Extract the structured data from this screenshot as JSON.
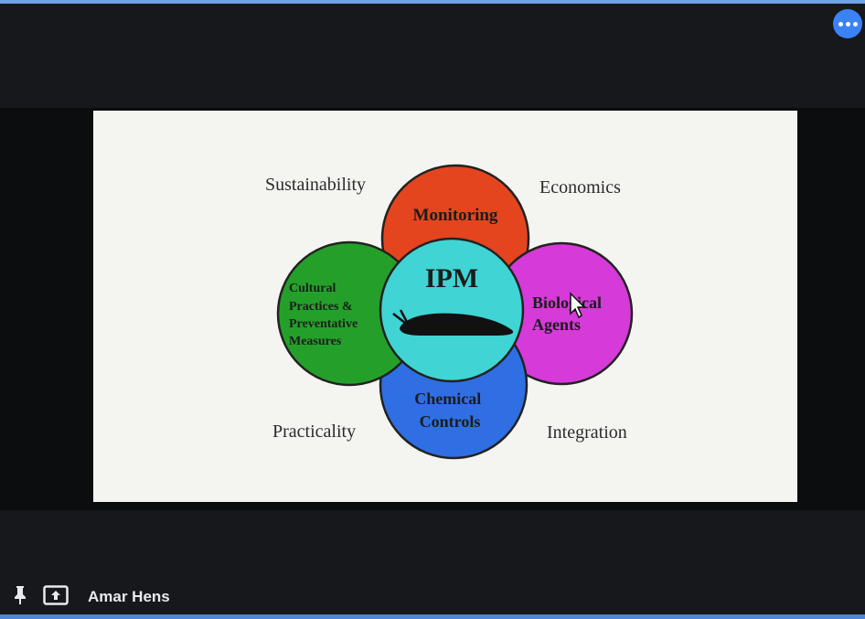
{
  "slide": {
    "center_title": "IPM",
    "corner_labels": {
      "top_left": "Sustainability",
      "top_right": "Economics",
      "bottom_left": "Practicality",
      "bottom_right": "Integration"
    },
    "petals": {
      "top": {
        "lines": [
          "Monitoring"
        ],
        "color": "#e4451f"
      },
      "right": {
        "lines": [
          "Biological",
          "Agents"
        ],
        "color": "#d63ad8"
      },
      "bottom": {
        "lines": [
          "Chemical",
          "Controls"
        ],
        "color": "#2f6fe3"
      },
      "left": {
        "lines": [
          "Cultural",
          "Practices &",
          "Preventative",
          "Measures"
        ],
        "color": "#24a02a"
      }
    },
    "center_color": "#40d4d4",
    "slug_icon": "slug-icon"
  },
  "controls": {
    "menu_icon": "more-options-icon",
    "menu_color": "#3b82f6",
    "pin_icon": "pin-icon",
    "present_icon": "present-screen-icon"
  },
  "participant": {
    "name": "Amar Hens"
  },
  "cursor_icon": "mouse-pointer-icon"
}
